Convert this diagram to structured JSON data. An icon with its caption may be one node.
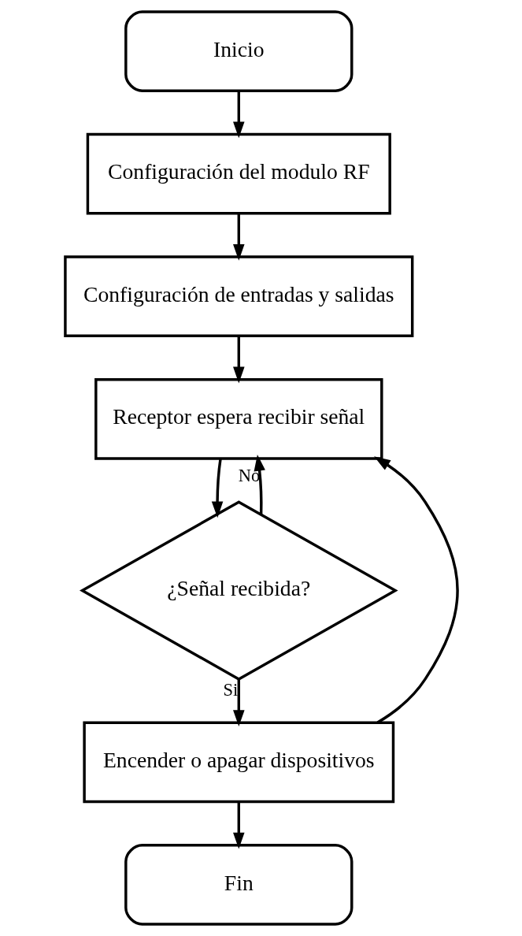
{
  "diagram": {
    "nodes": [
      {
        "text": [
          "Inicio"
        ]
      },
      {
        "text": [
          "Configuración del modulo RF"
        ]
      },
      {
        "text": [
          "Configuración de entradas y salidas"
        ]
      },
      {
        "text": [
          "Receptor espera recibir señal"
        ]
      },
      {
        "text": [
          "¿Señal recibida?"
        ]
      },
      {
        "text": [
          "Encender o apagar dispositivos"
        ]
      },
      {
        "text": [
          "Fin"
        ]
      }
    ],
    "edges": [
      {
        "from": 0,
        "to": 1,
        "arrow": "to"
      },
      {
        "from": 1,
        "to": 2,
        "arrow": "to"
      },
      {
        "from": 2,
        "to": 3,
        "arrow": "to"
      },
      {
        "from": 3,
        "to": 4,
        "arrow": "to"
      },
      {
        "from": 4,
        "to": 3,
        "arrow": "to",
        "label": "No"
      },
      {
        "from": 4,
        "to": 5,
        "arrow": "to",
        "label": "Si"
      },
      {
        "from": 5,
        "to": 3,
        "arrow": "to"
      },
      {
        "from": 5,
        "to": 6,
        "arrow": "to"
      }
    ]
  }
}
